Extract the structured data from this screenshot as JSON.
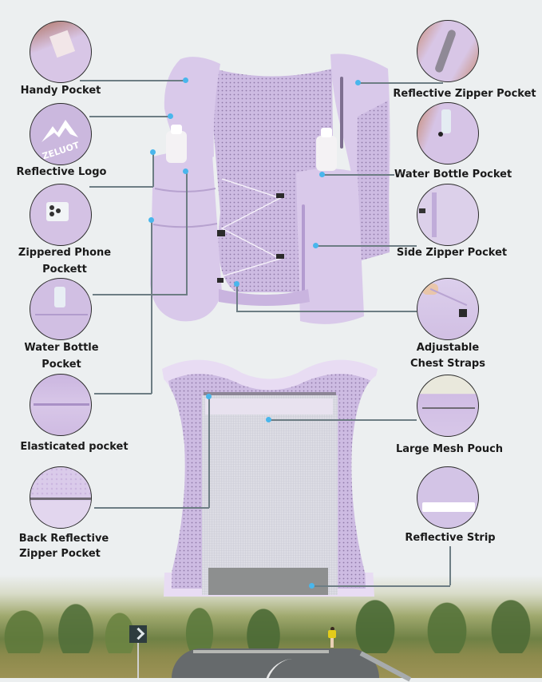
{
  "product": {
    "brand_logo_text": "ZELUOT",
    "colors": {
      "background": "#eceff0",
      "vest_lavender": "#d9c9ea",
      "callout_dot": "#49b6ec",
      "connector_line": "#6d7d84",
      "label_text": "#1a1a1a"
    }
  },
  "callouts": {
    "left": [
      {
        "label": "Handy Pocket",
        "icon": "handy-pocket-detail"
      },
      {
        "label": "Reflective Logo",
        "icon": "reflective-logo-detail"
      },
      {
        "label": "Zippered Phone",
        "label2": "Pockett",
        "icon": "phone-pocket-detail"
      },
      {
        "label": "Water Bottle",
        "label2": "Pocket",
        "icon": "water-bottle-pocket-detail"
      },
      {
        "label": "Elasticated pocket",
        "icon": "elasticated-pocket-detail"
      },
      {
        "label": "Back Reflective",
        "label2": "Zipper Pocket",
        "icon": "back-zipper-pocket-detail"
      }
    ],
    "right": [
      {
        "label": "Reflective Zipper Pocket",
        "icon": "reflective-zipper-pocket-detail"
      },
      {
        "label": "Water Bottle Pocket",
        "icon": "water-bottle-pocket-detail"
      },
      {
        "label": "Side Zipper Pocket",
        "icon": "side-zipper-pocket-detail"
      },
      {
        "label": "Adjustable",
        "label2": "Chest Straps",
        "icon": "chest-straps-detail"
      },
      {
        "label": "Large Mesh Pouch",
        "icon": "mesh-pouch-detail"
      },
      {
        "label": "Reflective Strip",
        "icon": "reflective-strip-detail"
      }
    ]
  }
}
